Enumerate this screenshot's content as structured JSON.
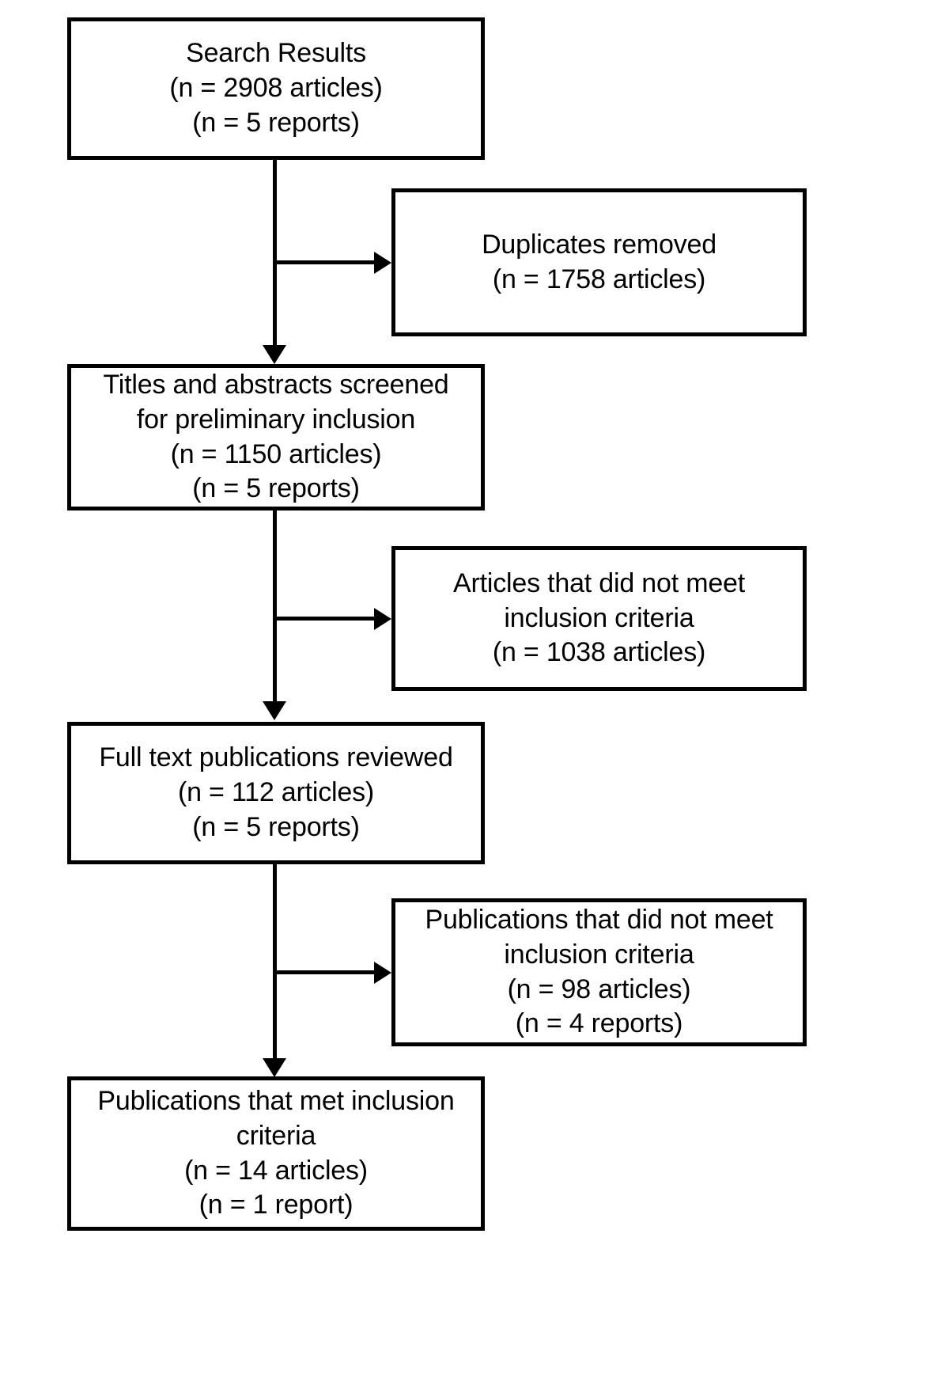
{
  "diagram": {
    "type": "prisma-flow-diagram",
    "orientation": "top-to-bottom",
    "nodes": [
      {
        "id": "search-results",
        "column": "main",
        "lines": [
          "Search Results",
          "(n = 2908 articles)",
          "(n = 5 reports)"
        ]
      },
      {
        "id": "duplicates-removed",
        "column": "excluded",
        "lines": [
          "Duplicates removed",
          "(n = 1758 articles)"
        ]
      },
      {
        "id": "titles-abstracts-screened",
        "column": "main",
        "lines": [
          "Titles and abstracts screened",
          "for preliminary inclusion",
          "(n = 1150 articles)",
          "(n = 5 reports)"
        ]
      },
      {
        "id": "articles-not-meeting-criteria",
        "column": "excluded",
        "lines": [
          "Articles that did not meet",
          "inclusion criteria",
          "(n = 1038 articles)"
        ]
      },
      {
        "id": "full-text-reviewed",
        "column": "main",
        "lines": [
          "Full text publications reviewed",
          "(n = 112 articles)",
          "(n = 5 reports)"
        ]
      },
      {
        "id": "publications-not-meeting-criteria",
        "column": "excluded",
        "lines": [
          "Publications that did not meet",
          "inclusion criteria",
          "(n = 98 articles)",
          "(n = 4 reports)"
        ]
      },
      {
        "id": "publications-met-criteria",
        "column": "main",
        "lines": [
          "Publications that met inclusion",
          "criteria",
          "(n = 14 articles)",
          "(n = 1 report)"
        ]
      }
    ]
  },
  "chart_data": {
    "type": "diagram",
    "title": "",
    "stages": [
      {
        "label": "Search Results",
        "articles": 2908,
        "reports": 5
      },
      {
        "label": "Duplicates removed",
        "articles": 1758,
        "reports": null
      },
      {
        "label": "Titles and abstracts screened for preliminary inclusion",
        "articles": 1150,
        "reports": 5
      },
      {
        "label": "Articles that did not meet inclusion criteria",
        "articles": 1038,
        "reports": null
      },
      {
        "label": "Full text publications reviewed",
        "articles": 112,
        "reports": 5
      },
      {
        "label": "Publications that did not meet inclusion criteria",
        "articles": 98,
        "reports": 4
      },
      {
        "label": "Publications that met inclusion criteria",
        "articles": 14,
        "reports": 1
      }
    ]
  },
  "colors": {
    "stroke": "#000000",
    "fill": "#ffffff",
    "text": "#000000"
  }
}
